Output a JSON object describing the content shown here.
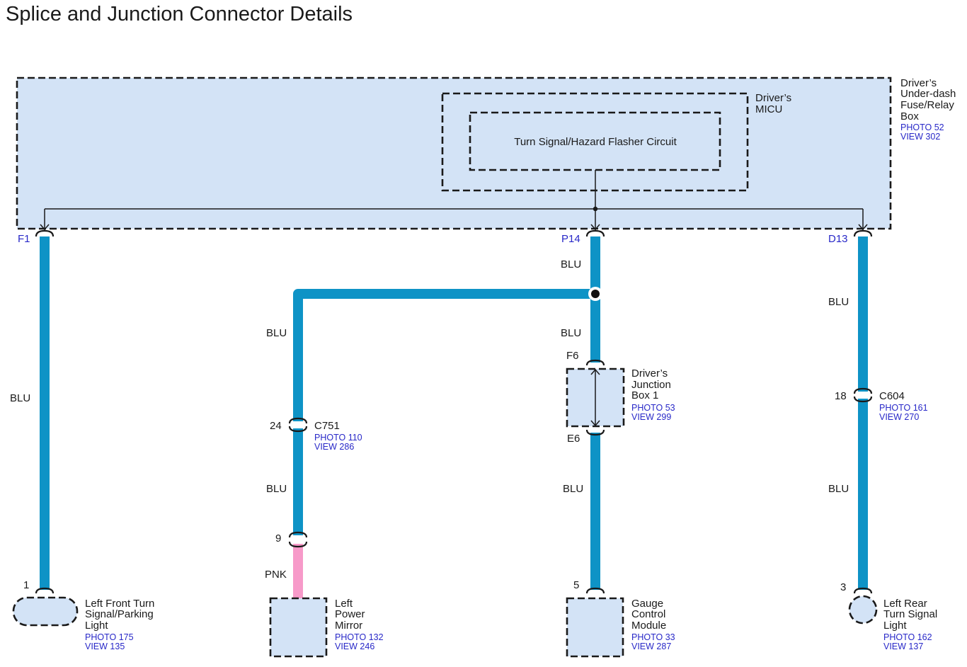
{
  "title": "Splice and Junction Connector Details",
  "fuse_box": {
    "name": [
      "Driver’s",
      "Under-dash",
      "Fuse/Relay",
      "Box"
    ],
    "photo": "PHOTO 52",
    "view": "VIEW 302"
  },
  "micu": {
    "name": [
      "Driver’s",
      "MICU"
    ]
  },
  "flasher": {
    "label": "Turn Signal/Hazard Flasher Circuit"
  },
  "terminals": {
    "f1": "F1",
    "p14": "P14",
    "d13": "D13"
  },
  "wire_colors": {
    "f1_run": "BLU",
    "p14_top": "BLU",
    "p14_mid": "BLU",
    "branch_top": "BLU",
    "branch_bottom": "BLU",
    "branch_pnk": "PNK",
    "gauge_run": "BLU",
    "d13_top": "BLU",
    "d13_bottom": "BLU"
  },
  "junction_box": {
    "name": [
      "Driver’s",
      "Junction",
      "Box 1"
    ],
    "photo": "PHOTO 53",
    "view": "VIEW 299",
    "pin_in": "F6",
    "pin_out": "E6"
  },
  "c751": {
    "name": "C751",
    "photo": "PHOTO 110",
    "view": "VIEW 286",
    "pin_top": "24",
    "pin_bottom": "9"
  },
  "c604": {
    "name": "C604",
    "photo": "PHOTO 161",
    "view": "VIEW 270",
    "pin": "18"
  },
  "components": {
    "left_front": {
      "pin": "1",
      "name": [
        "Left Front Turn",
        "Signal/Parking",
        "Light"
      ],
      "photo": "PHOTO 175",
      "view": "VIEW 135"
    },
    "mirror": {
      "name": [
        "Left",
        "Power",
        "Mirror"
      ],
      "photo": "PHOTO 132",
      "view": "VIEW 246"
    },
    "gauge": {
      "pin": "5",
      "name": [
        "Gauge",
        "Control",
        "Module"
      ],
      "photo": "PHOTO 33",
      "view": "VIEW 287"
    },
    "left_rear": {
      "pin": "3",
      "name": [
        "Left Rear",
        "Turn Signal",
        "Light"
      ],
      "photo": "PHOTO 162",
      "view": "VIEW 137"
    }
  },
  "colors": {
    "wire_blue": "#0e93c6",
    "wire_pink": "#f79ac9",
    "box_fill": "#d3e3f6",
    "ref_text": "#2828c8"
  }
}
